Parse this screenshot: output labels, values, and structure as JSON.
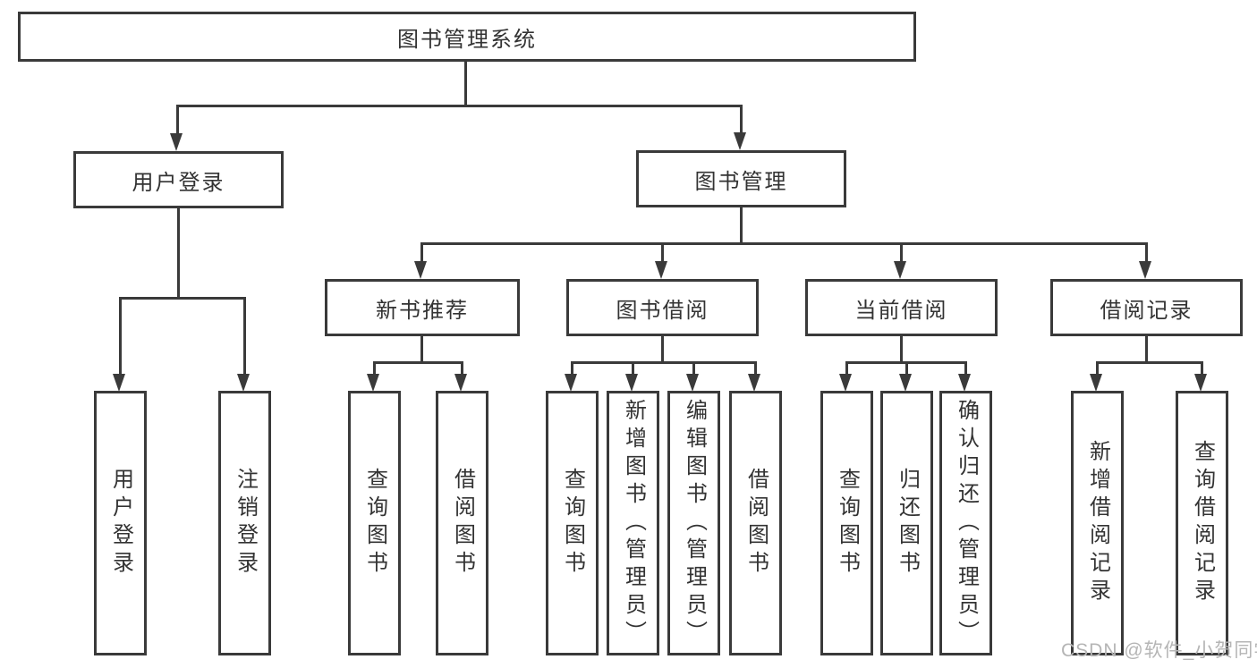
{
  "colors": {
    "line": "#3a3a3a",
    "text": "#333333",
    "watermark": "#b5b5b5"
  },
  "watermark": {
    "text": "CSDN @软件_小贺同学"
  },
  "tree": {
    "root": {
      "label": "图书管理系统"
    },
    "user": {
      "label": "用户登录",
      "children": [
        {
          "label": "用户登录"
        },
        {
          "label": "注销登录"
        }
      ]
    },
    "book": {
      "label": "图书管理",
      "sections": [
        {
          "label": "新书推荐",
          "children": [
            {
              "label": "查询图书"
            },
            {
              "label": "借阅图书"
            }
          ]
        },
        {
          "label": "图书借阅",
          "children": [
            {
              "label": "查询图书"
            },
            {
              "label": "新增图书（管理员）"
            },
            {
              "label": "编辑图书（管理员）"
            },
            {
              "label": "借阅图书"
            }
          ]
        },
        {
          "label": "当前借阅",
          "children": [
            {
              "label": "查询图书"
            },
            {
              "label": "归还图书"
            },
            {
              "label": "确认归还（管理员）"
            }
          ]
        },
        {
          "label": "借阅记录",
          "children": [
            {
              "label": "新增借阅记录"
            },
            {
              "label": "查询借阅记录"
            }
          ]
        }
      ]
    }
  }
}
